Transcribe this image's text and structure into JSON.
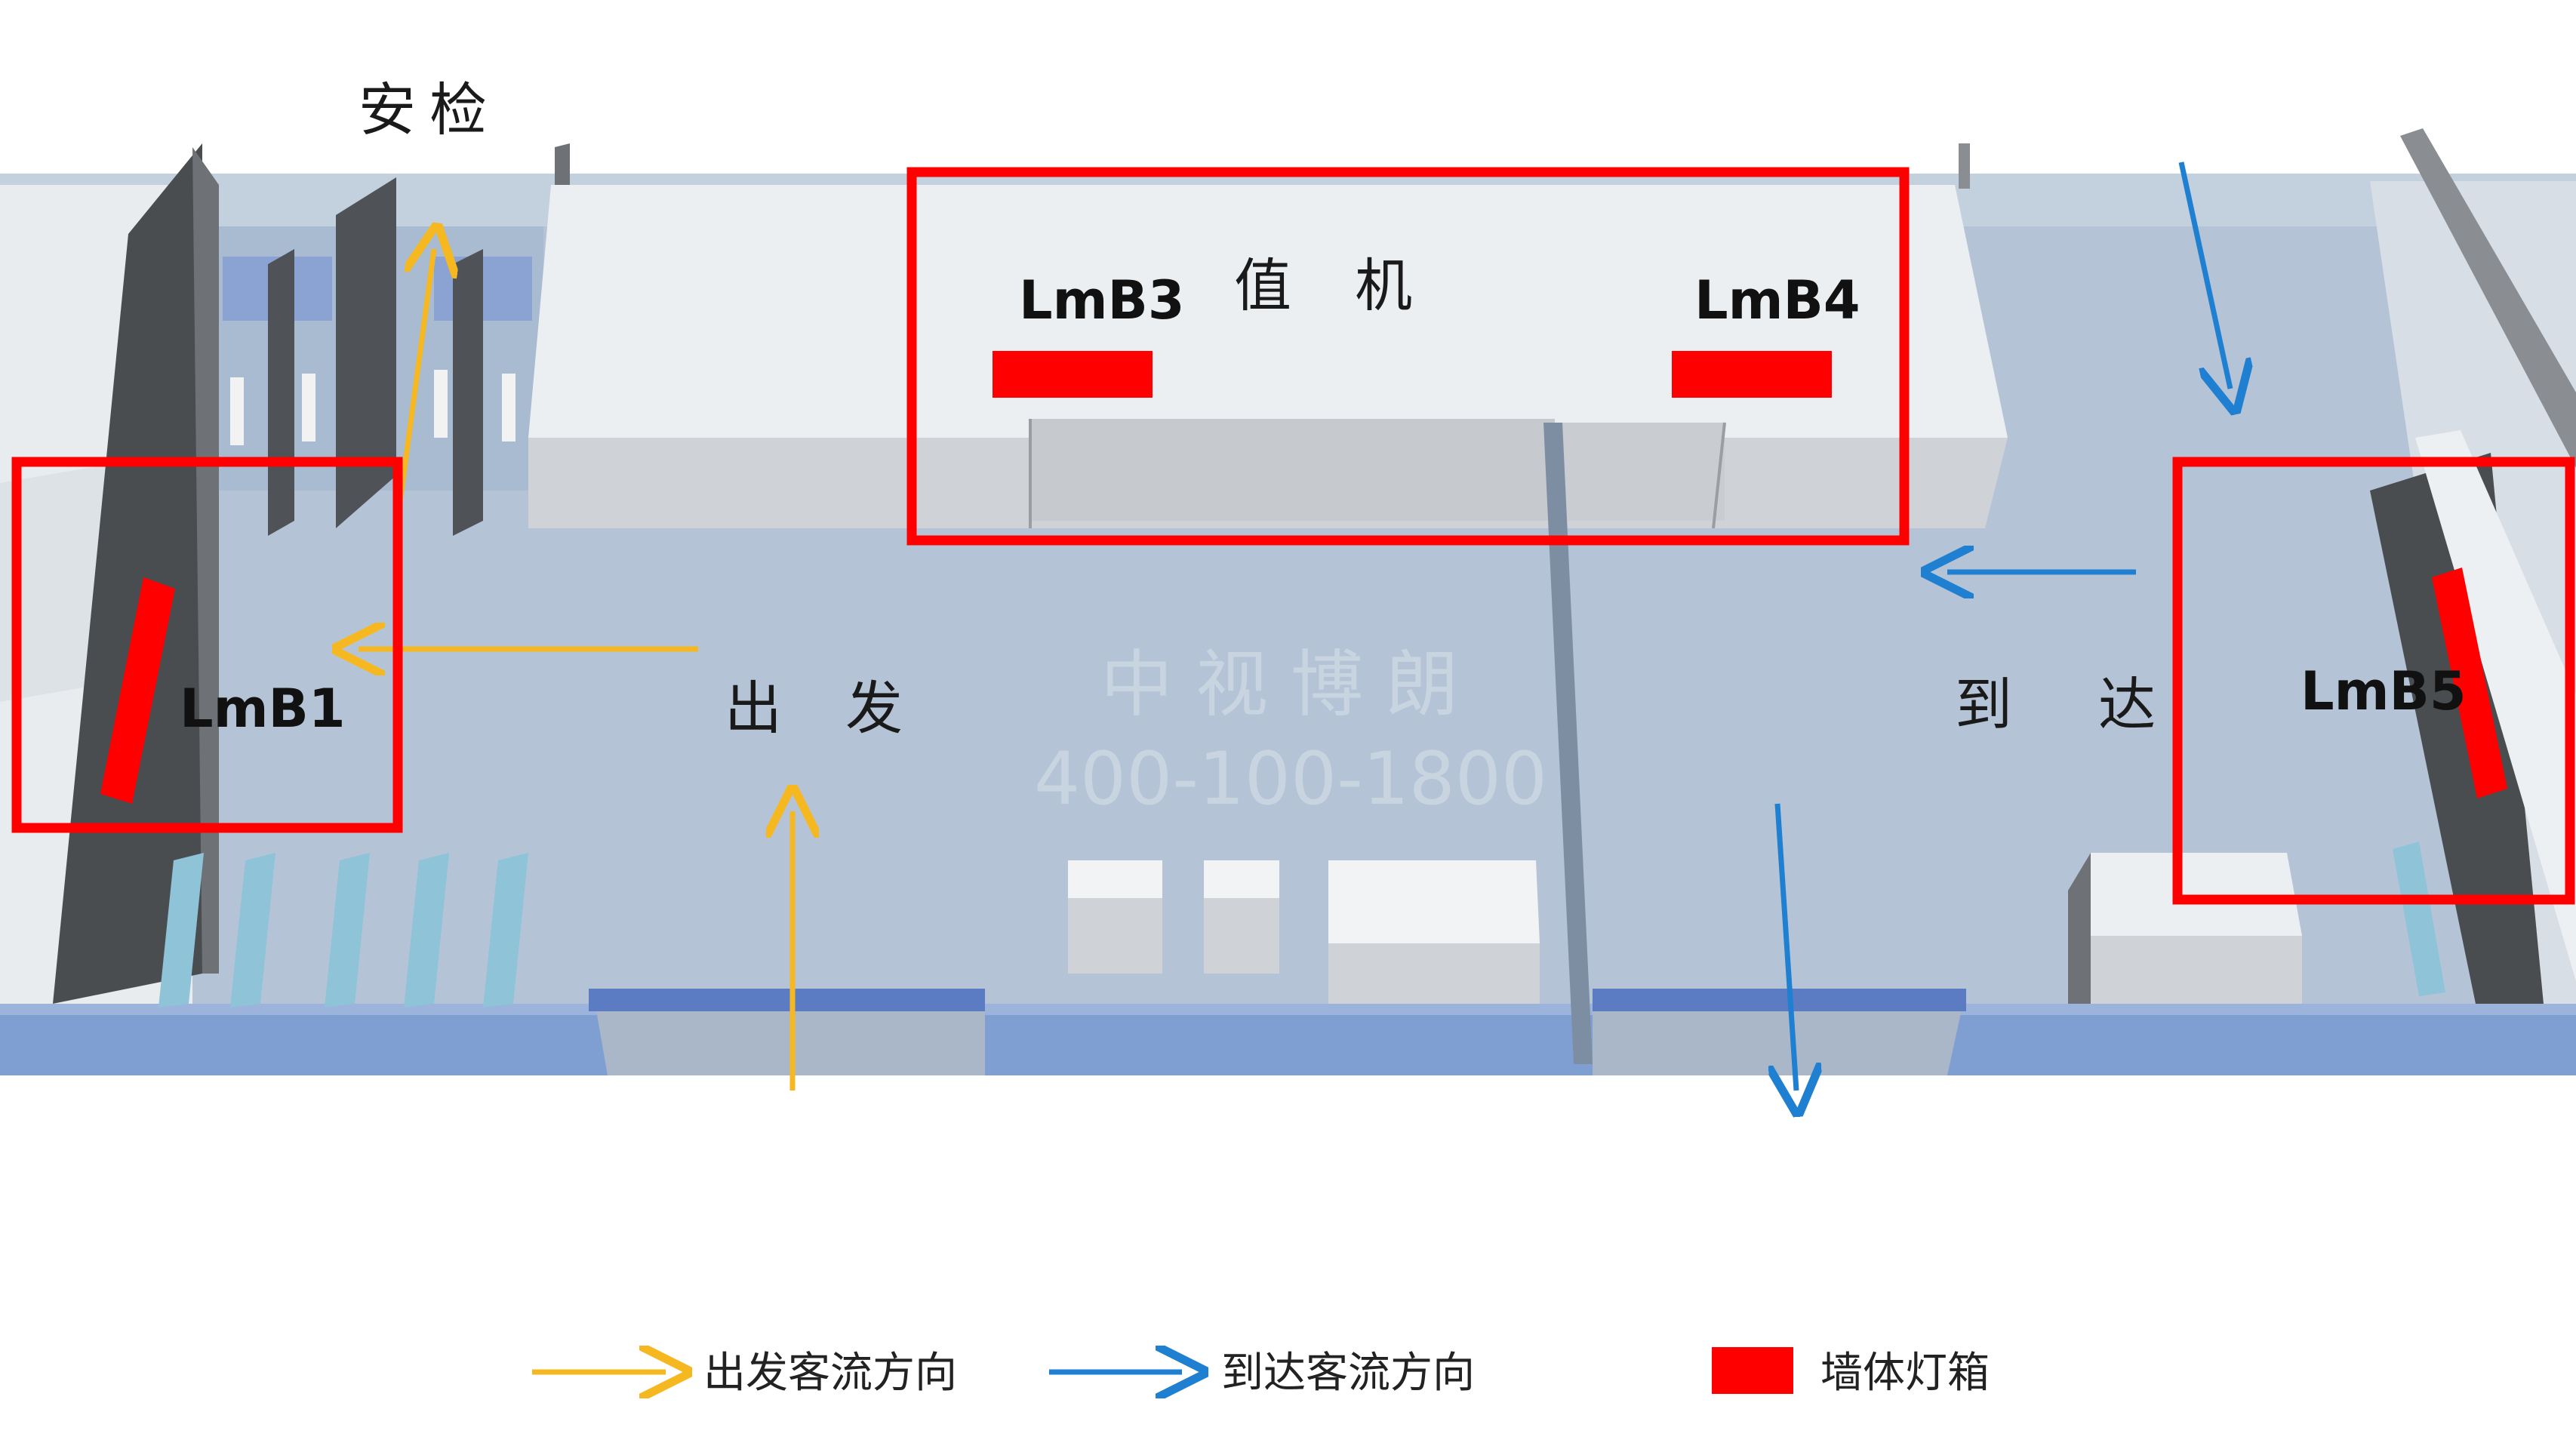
{
  "zones": {
    "security": "安检",
    "checkin": "值 机",
    "departure": "出 发",
    "arrival": "到 达"
  },
  "signs": {
    "b1": "LmB1",
    "b3": "LmB3",
    "b4": "LmB4",
    "b5": "LmB5"
  },
  "watermark": {
    "name": "中视博朗",
    "phone": "400-100-1800"
  },
  "legend": {
    "departure_flow": "出发客流方向",
    "arrival_flow": "到达客流方向",
    "wall_lightbox": "墙体灯箱"
  },
  "colors": {
    "departure_arrow": "#f5b820",
    "arrival_arrow": "#1f7fd0",
    "lightbox": "#ff0000",
    "highlight_frame": "#ff0000",
    "floor": "#b4c4d6",
    "front_edge": "#7f9fd2",
    "block_top": "#eceff2",
    "block_front": "#c9ccd0",
    "wall_dark": "#4a4d50"
  },
  "icons": {
    "departure_arrow": "arrow-right-icon",
    "arrival_arrow": "arrow-right-icon"
  }
}
